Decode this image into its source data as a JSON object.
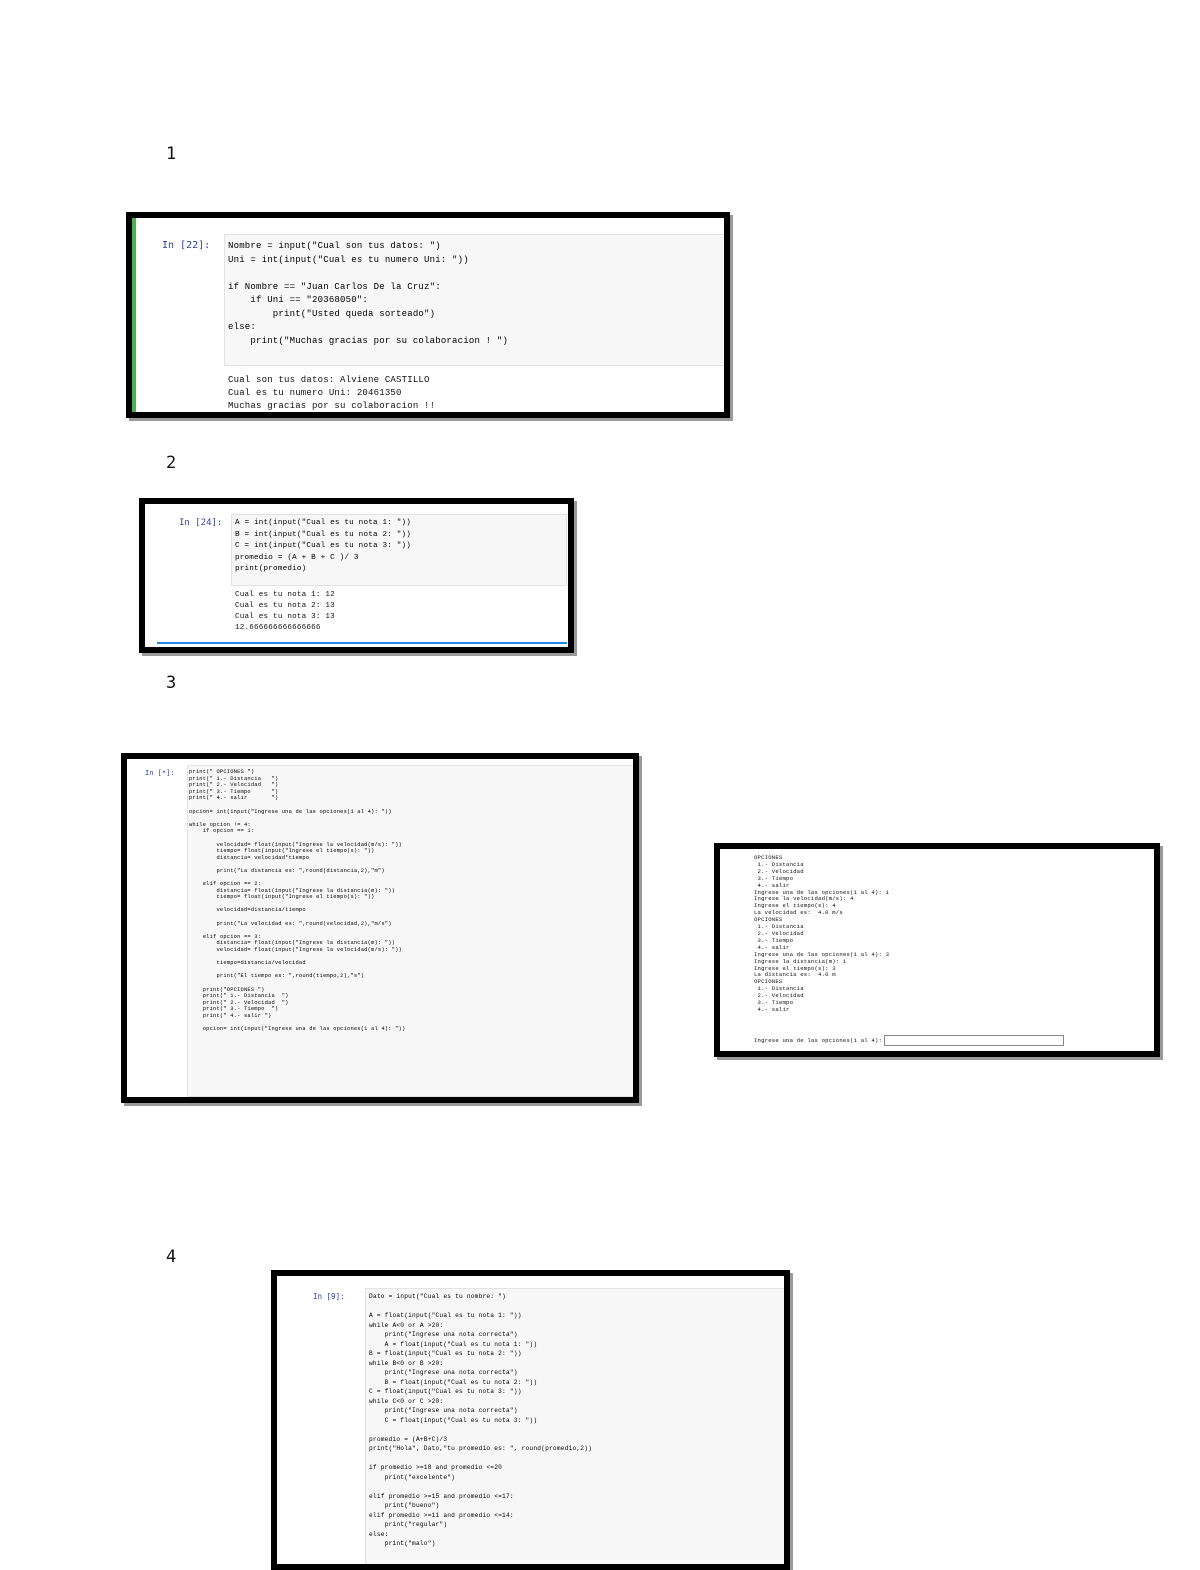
{
  "sections": [
    {
      "label": "1"
    },
    {
      "label": "2"
    },
    {
      "label": "3"
    },
    {
      "label": "4"
    }
  ],
  "shot1": {
    "prompt": "In [22]:",
    "code": "Nombre = input(\"Cual son tus datos: \")\nUni = int(input(\"Cual es tu numero Uni: \"))\n\nif Nombre == \"Juan Carlos De la Cruz\":\n    if Uni == \"20368050\":\n        print(\"Usted queda sorteado\")\nelse:\n    print(\"Muchas gracias por su colaboracion ! \")",
    "output": "Cual son tus datos: Alviene CASTILLO\nCual es tu numero Uni: 20461350\nMuchas gracias por su colaboracion !!"
  },
  "shot2": {
    "prompt": "In [24]:",
    "code": "A = int(input(\"Cual es tu nota 1: \"))\nB = int(input(\"Cual es tu nota 2: \"))\nC = int(input(\"Cual es tu nota 3: \"))\npromedio = (A + B + C )/ 3\nprint(promedio)",
    "output": "Cual es tu nota 1: 12\nCual es tu nota 2: 13\nCual es tu nota 3: 13\n12.666666666666666"
  },
  "shot3a": {
    "prompt": "In [*]:",
    "code": "print(\" OPCIONES \")\nprint(\" 1.- Distancia   \")\nprint(\" 2.- Velocidad   \")\nprint(\" 3.- Tiempo      \")\nprint(\" 4.- salir       \")\n\nopcion= int(input(\"Ingrese una de las opciones(1 al 4): \"))\n\nwhile opcion != 4:\n    if opcion == 1:\n\n        velocidad= float(input(\"Ingrese la velocidad(m/s): \"))\n        tiempo= float(input(\"Ingrese el tiempo(s): \"))\n        distancia= velocidad*tiempo\n\n        print(\"La distancia es: \",round(distancia,2),\"m\")\n\n    elif opcion == 2:\n        distancia= float(input(\"Ingrese la distancia(m): \"))\n        tiempo= float(input(\"Ingrese el tiempo(s): \"))\n\n        velocidad=distancia/tiempo\n\n        print(\"La velocidad es: \",round(velocidad,2),\"m/s\")\n\n    elif opcion == 3:\n        distancia= float(input(\"Ingrese la distancia(m): \"))\n        velocidad= float(input(\"Ingrese la velocidad(m/s): \"))\n\n        tiempo=distancia/velocidad\n\n        print(\"El tiempo es: \",round(tiempo,2),\"s\")\n\n    print(\"OPCIONES \")\n    print(\" 1.- Distancia  \")\n    print(\" 2.- Velocidad  \")\n    print(\" 3.- Tiempo  \")\n    print(\" 4.- salir \")\n\n    opcion= int(input(\"Ingrese una de las opciones(1 al 4): \"))"
  },
  "shot3b": {
    "output": "OPCIONES\n 1.- Distancia\n 2.- Velocidad\n 3.- Tiempo\n 4.- salir\nIngrese una de las opciones(1 al 4): 1\nIngrese la velocidad(m/s): 4\nIngrese el tiempo(s): 4\nLa velocidad es:  4.0 m/s\nOPCIONES\n 1.- Distancia\n 2.- Velocidad\n 3.- Tiempo\n 4.- salir\nIngrese una de las opciones(1 al 4): 3\nIngrese la distancia(m): 1\nIngrese el tiempo(s): 3\nLa distancia es:  4.0 m\nOPCIONES\n 1.- Distancia\n 2.- Velocidad\n 3.- Tiempo\n 4.- salir",
    "input_prompt": "Ingrese una de las opciones(1 al 4):"
  },
  "shot4": {
    "prompt": "In [9]:",
    "code": "Dato = input(\"Cual es tu nombre: \")\n\nA = float(input(\"Cual es tu nota 1: \"))\nwhile A<0 or A >20:\n    print(\"Ingrese una nota correcta\")\n    A = float(input(\"Cual es tu nota 1: \"))\nB = float(input(\"Cual es tu nota 2: \"))\nwhile B<0 or B >20:\n    print(\"Ingrese una nota correcta\")\n    B = float(input(\"Cual es tu nota 2: \"))\nC = float(input(\"Cual es tu nota 3: \"))\nwhile C<0 or C >20:\n    print(\"Ingrese una nota correcta\")\n    C = float(input(\"Cual es tu nota 3: \"))\n\npromedio = (A+B+C)/3\nprint(\"Hola\", Dato,\"tu promedio es: \", round(promedio,2))\n\nif promedio >=18 and promedio <=20\n    print(\"excelente\")\n\nelif promedio >=15 and promedio <=17:\n    print(\"bueno\")\nelif promedio >=11 and promedio <=14:\n    print(\"regular\")\nelse:\n    print(\"malo\")"
  }
}
